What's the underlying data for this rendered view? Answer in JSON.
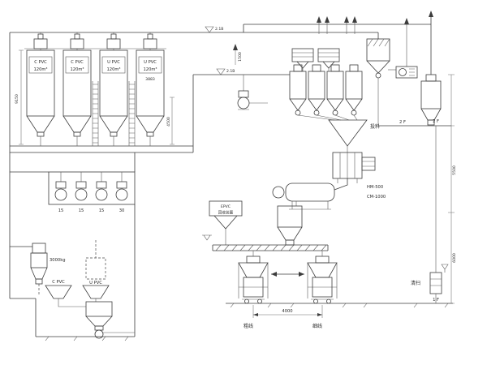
{
  "diagram": {
    "silos": [
      {
        "name": "C PVC",
        "capacity": "120m³"
      },
      {
        "name": "C PVC",
        "capacity": "120m³"
      },
      {
        "name": "U PVC",
        "capacity": "120m³"
      },
      {
        "name": "U PVC",
        "capacity": "120m³"
      }
    ],
    "blowers": [
      "15",
      "15",
      "15",
      "30"
    ],
    "equipment": {
      "weigh_hopper": "3000kg",
      "bag_dump_c": "C PVC",
      "bag_dump_u": "U PVC",
      "recovery_line1": "EPVC",
      "recovery_line2": "回收装置",
      "hot_mixer": "HM-500",
      "cool_mixer": "CM-1000",
      "feed_port": "投料",
      "cleaning": "清扫"
    },
    "lines": {
      "coarse": "粗线",
      "fine": "细线"
    },
    "floors": {
      "second": "2 F",
      "first": "1 F"
    },
    "dimensions": {
      "silo_total_height": "9150",
      "silo_cone_height": "4500",
      "silo_spacing": "3883",
      "station_spacing": "4000",
      "upper_height": "5500",
      "lower_height": "6000",
      "riser": "1500"
    },
    "markers": {
      "flag_top": "2.1B",
      "flag_mid": "2.1B"
    }
  }
}
